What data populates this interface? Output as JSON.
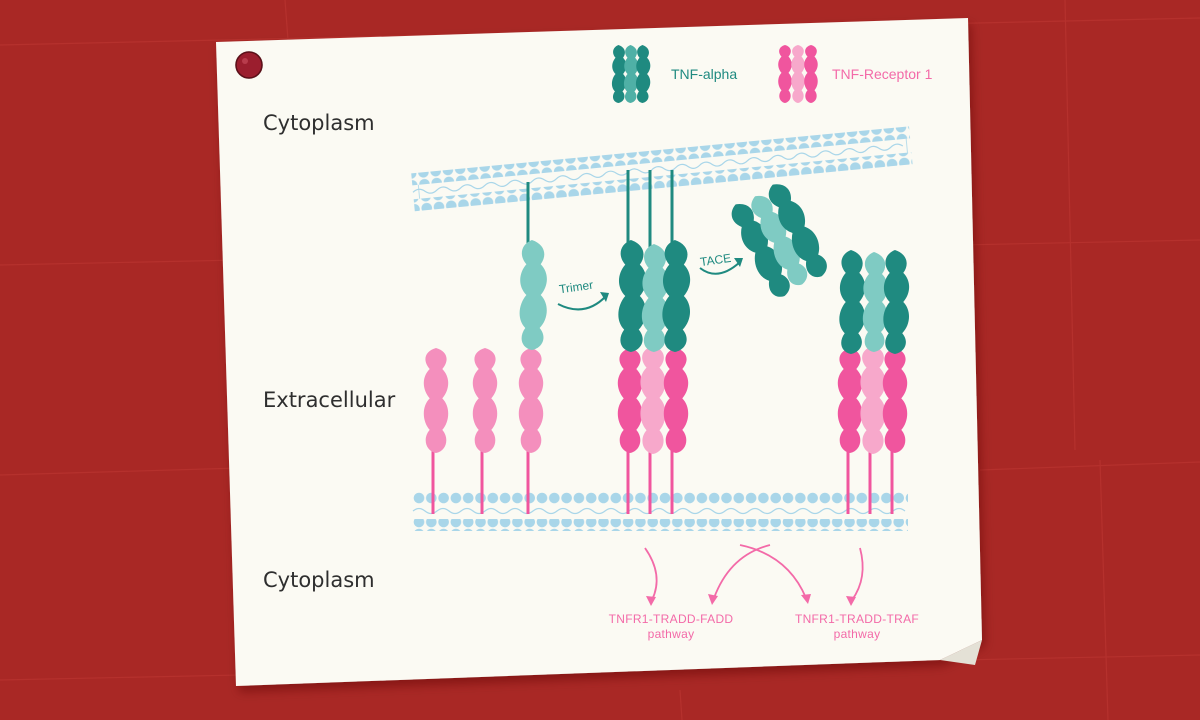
{
  "labels": {
    "cytoplasm_top": "Cytoplasm",
    "extracellular": "Extracellular",
    "cytoplasm_bottom": "Cytoplasm"
  },
  "legend": {
    "tnf_alpha": "TNF-alpha",
    "tnf_receptor": "TNF-Receptor 1"
  },
  "arrows": {
    "trimer": "Trimer",
    "tace": "TACE"
  },
  "pathways": {
    "fadd_line1": "TNFR1-TRADD-FADD",
    "fadd_line2": "pathway",
    "traf_line1": "TNFR1-TRADD-TRAF",
    "traf_line2": "pathway"
  },
  "colors": {
    "background": "#a92825",
    "paper": "#fbfaf3",
    "teal": "#1f8a80",
    "teal_light": "#7fcbc3",
    "pink": "#f0559e",
    "pink_light": "#f7a8cb",
    "membrane": "#a9d6e9",
    "pin": "#9b1e2e"
  },
  "icons": {
    "pin": "pushpin-icon",
    "tnf_alpha": "tnf-alpha-protein-icon",
    "tnf_receptor": "tnf-receptor-protein-icon"
  }
}
